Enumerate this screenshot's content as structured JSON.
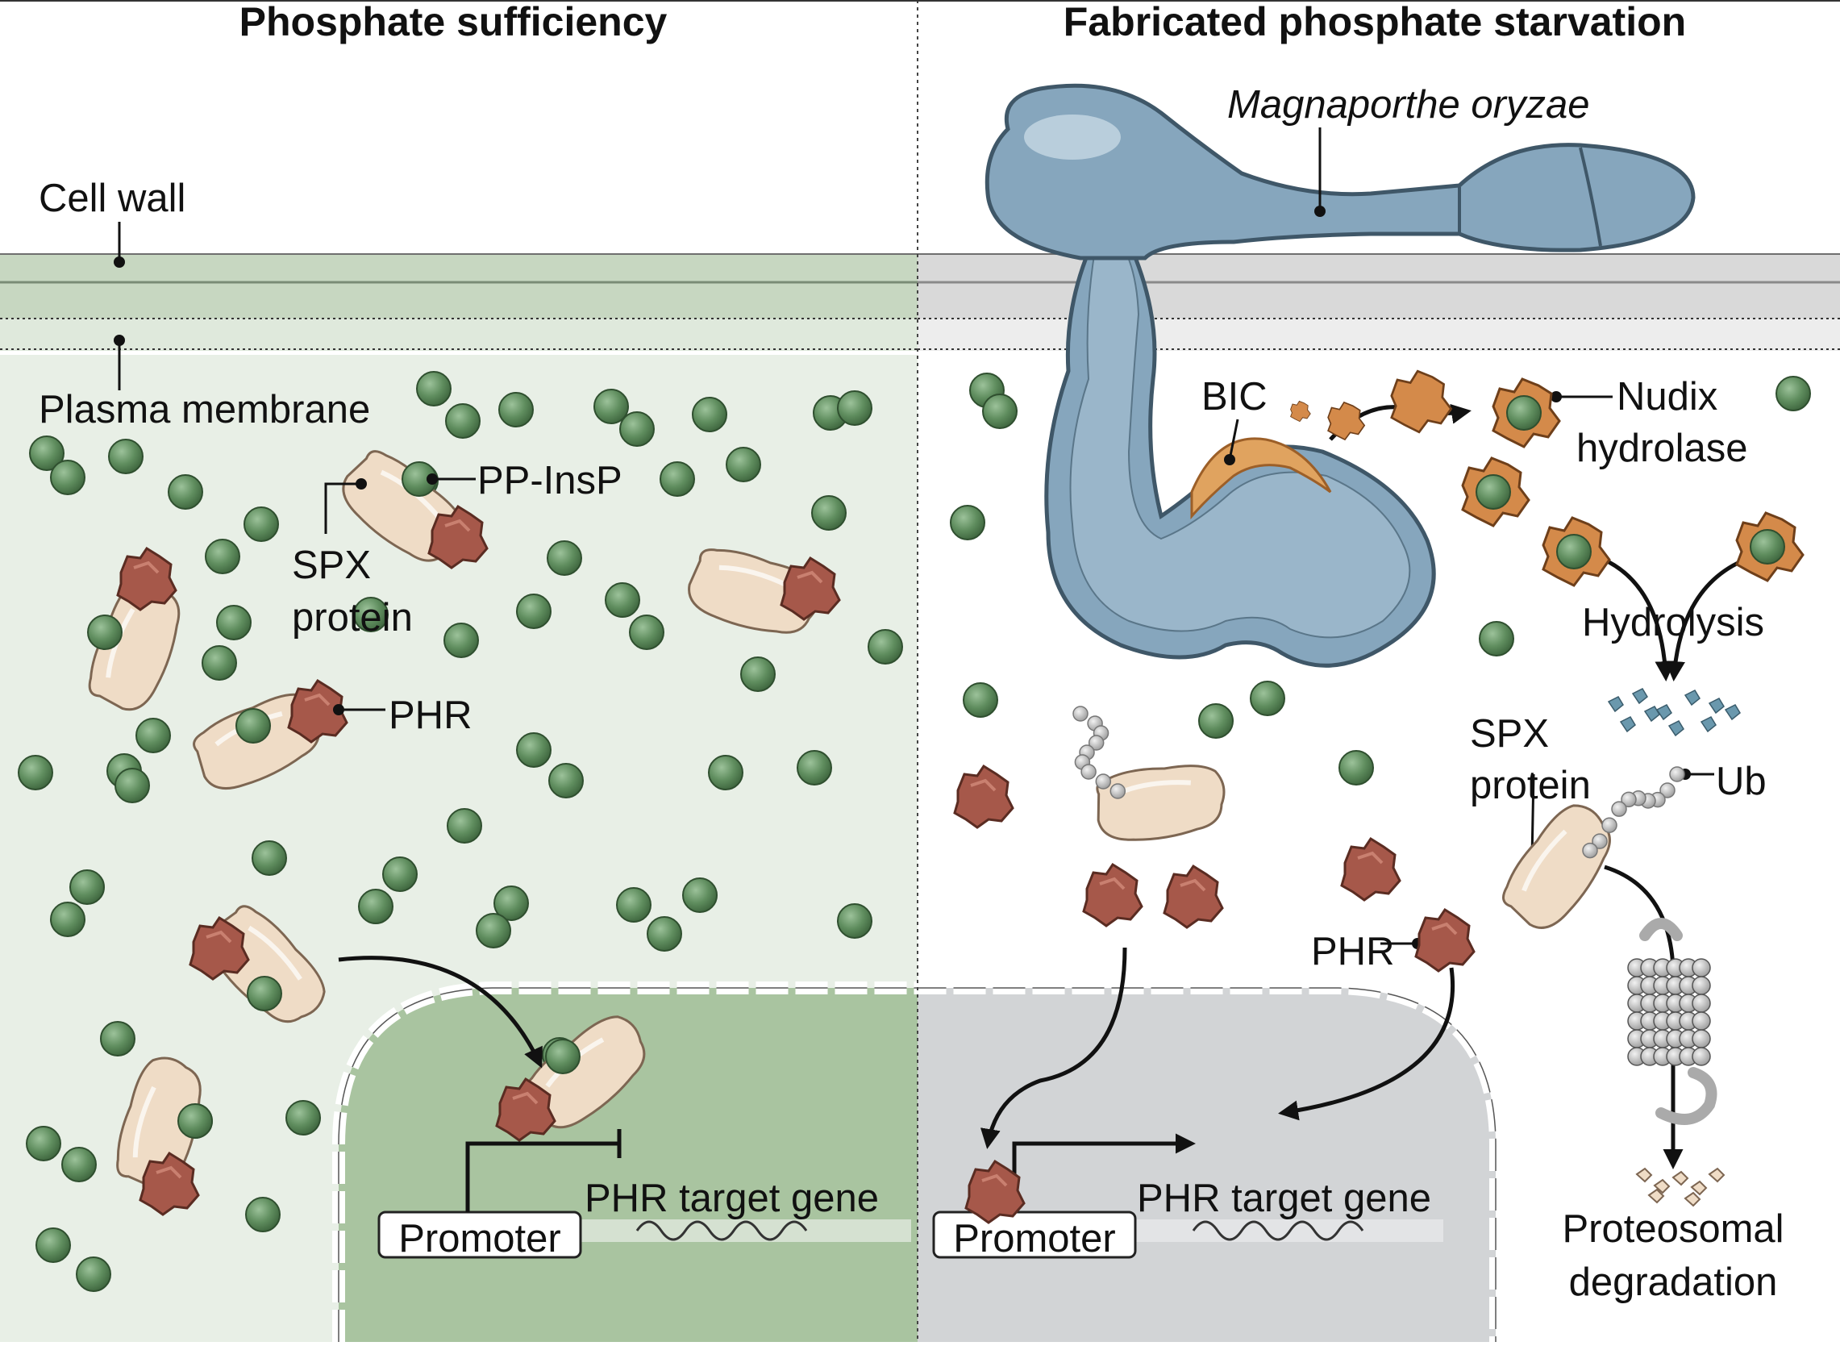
{
  "panels": {
    "left_title": "Phosphate sufficiency",
    "right_title": "Fabricated phosphate starvation"
  },
  "labels": {
    "cell_wall": "Cell wall",
    "plasma_membrane": "Plasma membrane",
    "pp_insp": "PP-InsP",
    "spx_protein_left_1": "SPX",
    "spx_protein_left_2": "protein",
    "phr_left": "PHR",
    "promoter_left": "Promoter",
    "gene_left": "PHR target gene",
    "magnaporthe": "Magnaporthe oryzae",
    "bic": "BIC",
    "nudix_1": "Nudix",
    "nudix_2": "hydrolase",
    "hydrolysis": "Hydrolysis",
    "spx_protein_right_1": "SPX",
    "spx_protein_right_2": "protein",
    "ub": "Ub",
    "phr_right": "PHR",
    "promoter_right": "Promoter",
    "gene_right": "PHR target gene",
    "proteosomal_1": "Proteosomal",
    "proteosomal_2": "degradation"
  },
  "colors": {
    "left_cytoplasm": "#e8efe6",
    "left_wall": "#c7d7c1",
    "left_nucleus": "#a9c4a0",
    "right_nucleus": "#d2d4d6",
    "right_wall": "#d9d9d9",
    "ppinsp": "#5c8a5c",
    "spx": "#efdcc6",
    "phr": "#a6584a",
    "fungus": "#86a6bd",
    "fungus_dark": "#4f6c80",
    "nudix": "#d48a4a"
  }
}
